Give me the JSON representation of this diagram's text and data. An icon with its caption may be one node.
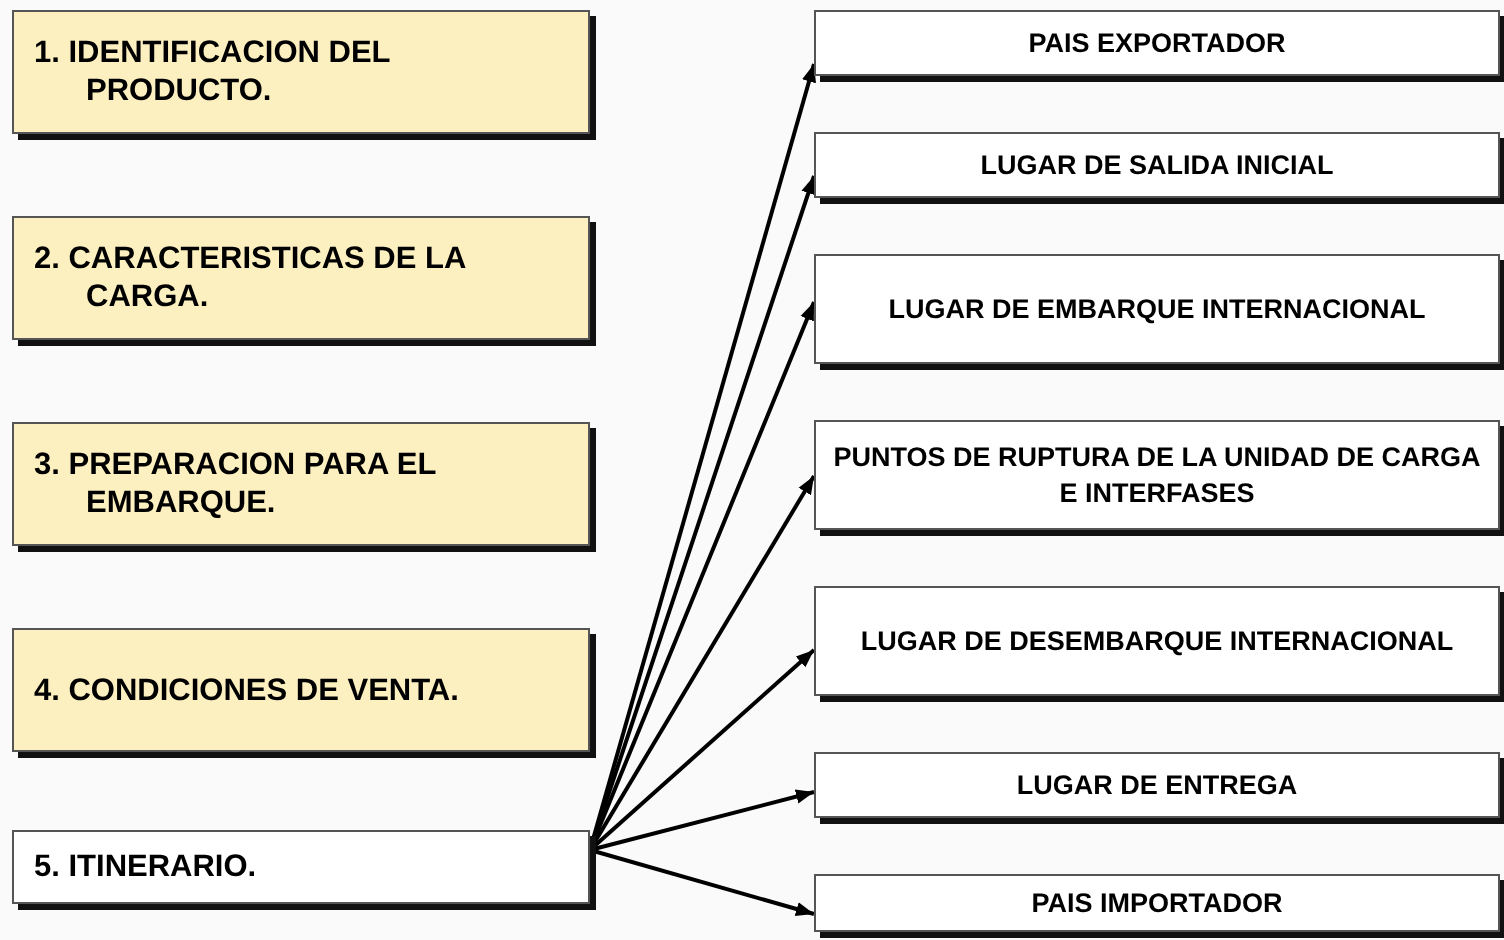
{
  "diagram": {
    "nodes": [
      {
        "text": [
          "1. IDENTIFICACION DEL PRODUCTO."
        ]
      },
      {
        "text": [
          "2. CARACTERISTICAS DE LA CARGA."
        ]
      },
      {
        "text": [
          "3. PREPARACION PARA EL EMBARQUE."
        ]
      },
      {
        "text": [
          "4. CONDICIONES DE VENTA."
        ]
      },
      {
        "text": [
          "5. ITINERARIO."
        ]
      },
      {
        "text": [
          "PAIS EXPORTADOR"
        ]
      },
      {
        "text": [
          "LUGAR DE SALIDA INICIAL"
        ]
      },
      {
        "text": [
          "LUGAR DE EMBARQUE INTERNACIONAL"
        ]
      },
      {
        "text": [
          "PUNTOS DE RUPTURA DE LA UNIDAD DE CARGA E INTERFASES"
        ]
      },
      {
        "text": [
          "LUGAR DE DESEMBARQUE INTERNACIONAL"
        ]
      },
      {
        "text": [
          "LUGAR DE ENTREGA"
        ]
      },
      {
        "text": [
          "PAIS IMPORTADOR"
        ]
      }
    ],
    "edges": [
      {
        "from": 4,
        "to": 5,
        "arrow": "to"
      },
      {
        "from": 4,
        "to": 6,
        "arrow": "to"
      },
      {
        "from": 4,
        "to": 7,
        "arrow": "to"
      },
      {
        "from": 4,
        "to": 8,
        "arrow": "to"
      },
      {
        "from": 4,
        "to": 9,
        "arrow": "to"
      },
      {
        "from": 4,
        "to": 10,
        "arrow": "to"
      },
      {
        "from": 4,
        "to": 11,
        "arrow": "to"
      }
    ]
  }
}
